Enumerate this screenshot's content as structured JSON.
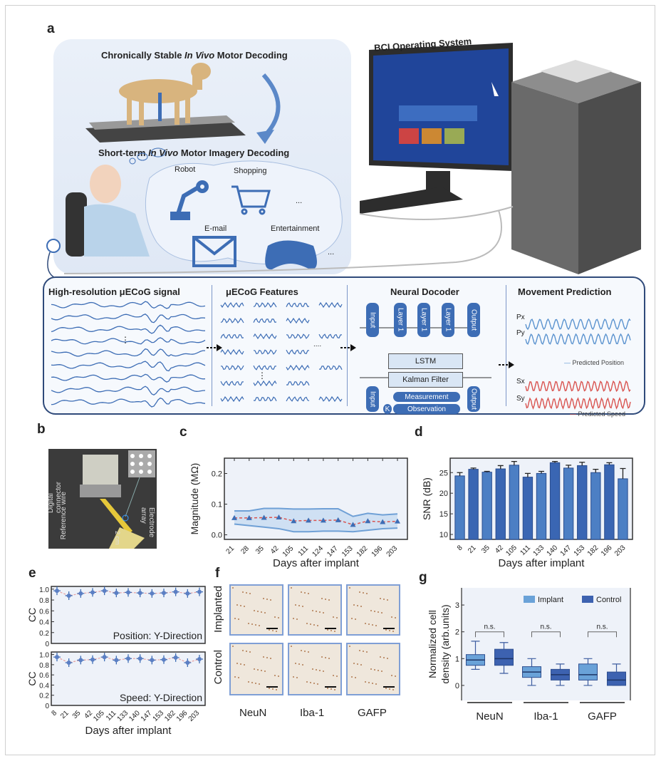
{
  "panel_labels": {
    "a": "a",
    "b": "b",
    "c": "c",
    "d": "d",
    "e": "e",
    "f": "f",
    "g": "g"
  },
  "panel_a": {
    "chronic_title_pre": "Chronically Stable ",
    "chronic_title_em": "In Vivo",
    "chronic_title_post": " Motor Decoding",
    "short_title_pre": "Short-term ",
    "short_title_em": "In Vivo",
    "short_title_post": " Motor Imagery Decoding",
    "apps": {
      "robot": "Robot",
      "shopping": "Shopping",
      "email": "E-mail",
      "entertainment": "Entertainment",
      "more": "..."
    },
    "bci_title": "BCI Operating System",
    "pipeline": {
      "signal_title": "High-resolution μECoG signal",
      "features_title": "μECoG Features",
      "decoder_title": "Neural Docoder",
      "prediction_title": "Movement Prediction",
      "input": "Input",
      "layer": "Layer 1",
      "output": "Output",
      "lstm": "LSTM",
      "kalman": "Kalman Filter",
      "measurement": "Measurement",
      "observation": "Observation",
      "k": "K",
      "px": "Px",
      "py": "Py",
      "sx": "Sx",
      "sy": "Sy",
      "predicted_position": "Predicted Position",
      "predicted_speed": "Predicted Speed",
      "ellipsis": "⋮",
      "dots": "...."
    }
  },
  "panel_b": {
    "digital_connector": "Digital connector",
    "reference_wire": "Reference wire",
    "electrode_array": "Electrode array",
    "scale": "2 cm"
  },
  "panel_f": {
    "rows": [
      "Implanted",
      "Control"
    ],
    "cols": [
      "NeuN",
      "Iba-1",
      "GAFP"
    ]
  },
  "colors": {
    "blue": "#3d6db5",
    "light_blue": "#5b93cf",
    "red": "#d9534f",
    "band": "#6fa0d6"
  },
  "chart_data": [
    {
      "id": "c",
      "type": "line",
      "xlabel": "Days after implant",
      "ylabel": "Magnitude (MΩ)",
      "categories": [
        "21",
        "28",
        "35",
        "42",
        "105",
        "111",
        "124",
        "147",
        "153",
        "182",
        "196",
        "203"
      ],
      "values": [
        0.055,
        0.055,
        0.056,
        0.057,
        0.045,
        0.047,
        0.047,
        0.048,
        0.033,
        0.045,
        0.042,
        0.044
      ],
      "upper": [
        0.078,
        0.078,
        0.086,
        0.086,
        0.084,
        0.084,
        0.085,
        0.085,
        0.06,
        0.07,
        0.065,
        0.068
      ],
      "lower": [
        0.035,
        0.03,
        0.025,
        0.02,
        0.01,
        0.01,
        0.012,
        0.012,
        0.01,
        0.015,
        0.02,
        0.022
      ],
      "yticks": [
        "0.0",
        "0.1",
        "0.2"
      ],
      "ylim": [
        -0.015,
        0.25
      ]
    },
    {
      "id": "d",
      "type": "bar",
      "xlabel": "Days after implant",
      "ylabel": "SNR (dB)",
      "categories": [
        "8",
        "21",
        "35",
        "42",
        "105",
        "111",
        "133",
        "140",
        "147",
        "153",
        "182",
        "196",
        "203"
      ],
      "values": [
        24.2,
        25.8,
        25.1,
        25.9,
        26.8,
        23.9,
        24.8,
        27.4,
        26.1,
        26.7,
        25.0,
        26.9,
        23.5
      ],
      "errors": [
        0.8,
        0.3,
        0.2,
        0.8,
        0.9,
        0.9,
        0.5,
        0.3,
        0.7,
        0.8,
        0.8,
        0.5,
        2.5
      ],
      "yticks": [
        "10",
        "15",
        "20",
        "25"
      ],
      "ylim": [
        8.8,
        28.5
      ]
    },
    {
      "id": "e",
      "type": "line",
      "xlabel": "Days after implant",
      "ylabel": "CC",
      "categories": [
        "8",
        "21",
        "35",
        "42",
        "105",
        "111",
        "133",
        "140",
        "147",
        "153",
        "182",
        "196",
        "203"
      ],
      "series": [
        {
          "name": "Position: Y-Direction",
          "values": [
            0.97,
            0.88,
            0.92,
            0.94,
            0.97,
            0.93,
            0.94,
            0.93,
            0.92,
            0.93,
            0.95,
            0.92,
            0.95
          ]
        },
        {
          "name": "Speed: Y-Direction",
          "values": [
            0.95,
            0.84,
            0.89,
            0.9,
            0.95,
            0.89,
            0.92,
            0.92,
            0.89,
            0.9,
            0.94,
            0.84,
            0.91
          ]
        }
      ],
      "yticks": [
        "0",
        "0.2",
        "0.4",
        "0.6",
        "0.8",
        "1.0"
      ],
      "ylim": [
        0,
        1.05
      ]
    },
    {
      "id": "g",
      "type": "box",
      "ylabel": "Normalized cell density (arb.units)",
      "categories": [
        "NeuN",
        "Iba-1",
        "GAFP"
      ],
      "legend": [
        "Implant",
        "Control"
      ],
      "annotation": "n.s.",
      "series": [
        {
          "name": "Implant",
          "boxes": [
            [
              0.6,
              0.75,
              0.95,
              1.15,
              1.65
            ],
            [
              0,
              0.3,
              0.5,
              0.7,
              1.0
            ],
            [
              0,
              0.2,
              0.4,
              0.8,
              1.0
            ]
          ]
        },
        {
          "name": "Control",
          "boxes": [
            [
              0.45,
              0.75,
              1.0,
              1.35,
              1.6
            ],
            [
              0,
              0.2,
              0.4,
              0.6,
              0.8
            ],
            [
              0,
              0,
              0.2,
              0.5,
              0.8
            ]
          ]
        }
      ],
      "yticks": [
        "0",
        "1",
        "2",
        "3"
      ],
      "ylim": [
        -0.56,
        3.64
      ]
    }
  ]
}
